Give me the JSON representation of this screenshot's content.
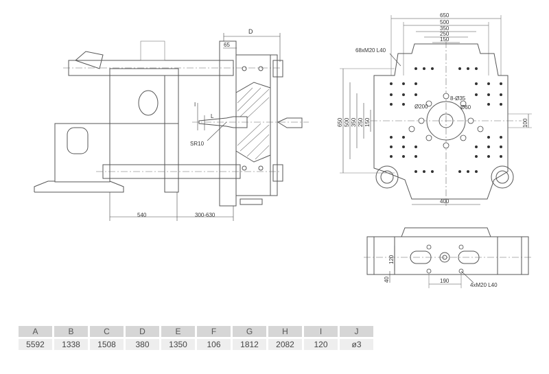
{
  "side_view": {
    "labels": {
      "d": "D",
      "d65": "65",
      "i": "I",
      "l": "L",
      "sr10": "SR10",
      "d540": "540",
      "d300_630": "300-630"
    }
  },
  "platen_view": {
    "labels": {
      "w650": "650",
      "w500": "500",
      "w350": "350",
      "w250": "250",
      "w150": "150",
      "holes": "68xM20 L40",
      "h650": "650",
      "h500": "500",
      "h350": "350",
      "h250": "250",
      "h150": "150",
      "d200": "Ø200",
      "d35": "8-Ø35",
      "d60": "Ø60",
      "h100": "100",
      "w400": "400"
    }
  },
  "ejector_view": {
    "labels": {
      "v120": "120",
      "v40": "40",
      "w190": "190",
      "holes": "4xM20 L40"
    }
  },
  "spec_table": {
    "headers": [
      "A",
      "B",
      "C",
      "D",
      "E",
      "F",
      "G",
      "H",
      "I",
      "J"
    ],
    "values": [
      "5592",
      "1338",
      "1508",
      "380",
      "1350",
      "106",
      "1812",
      "2082",
      "120",
      "ø3"
    ]
  }
}
